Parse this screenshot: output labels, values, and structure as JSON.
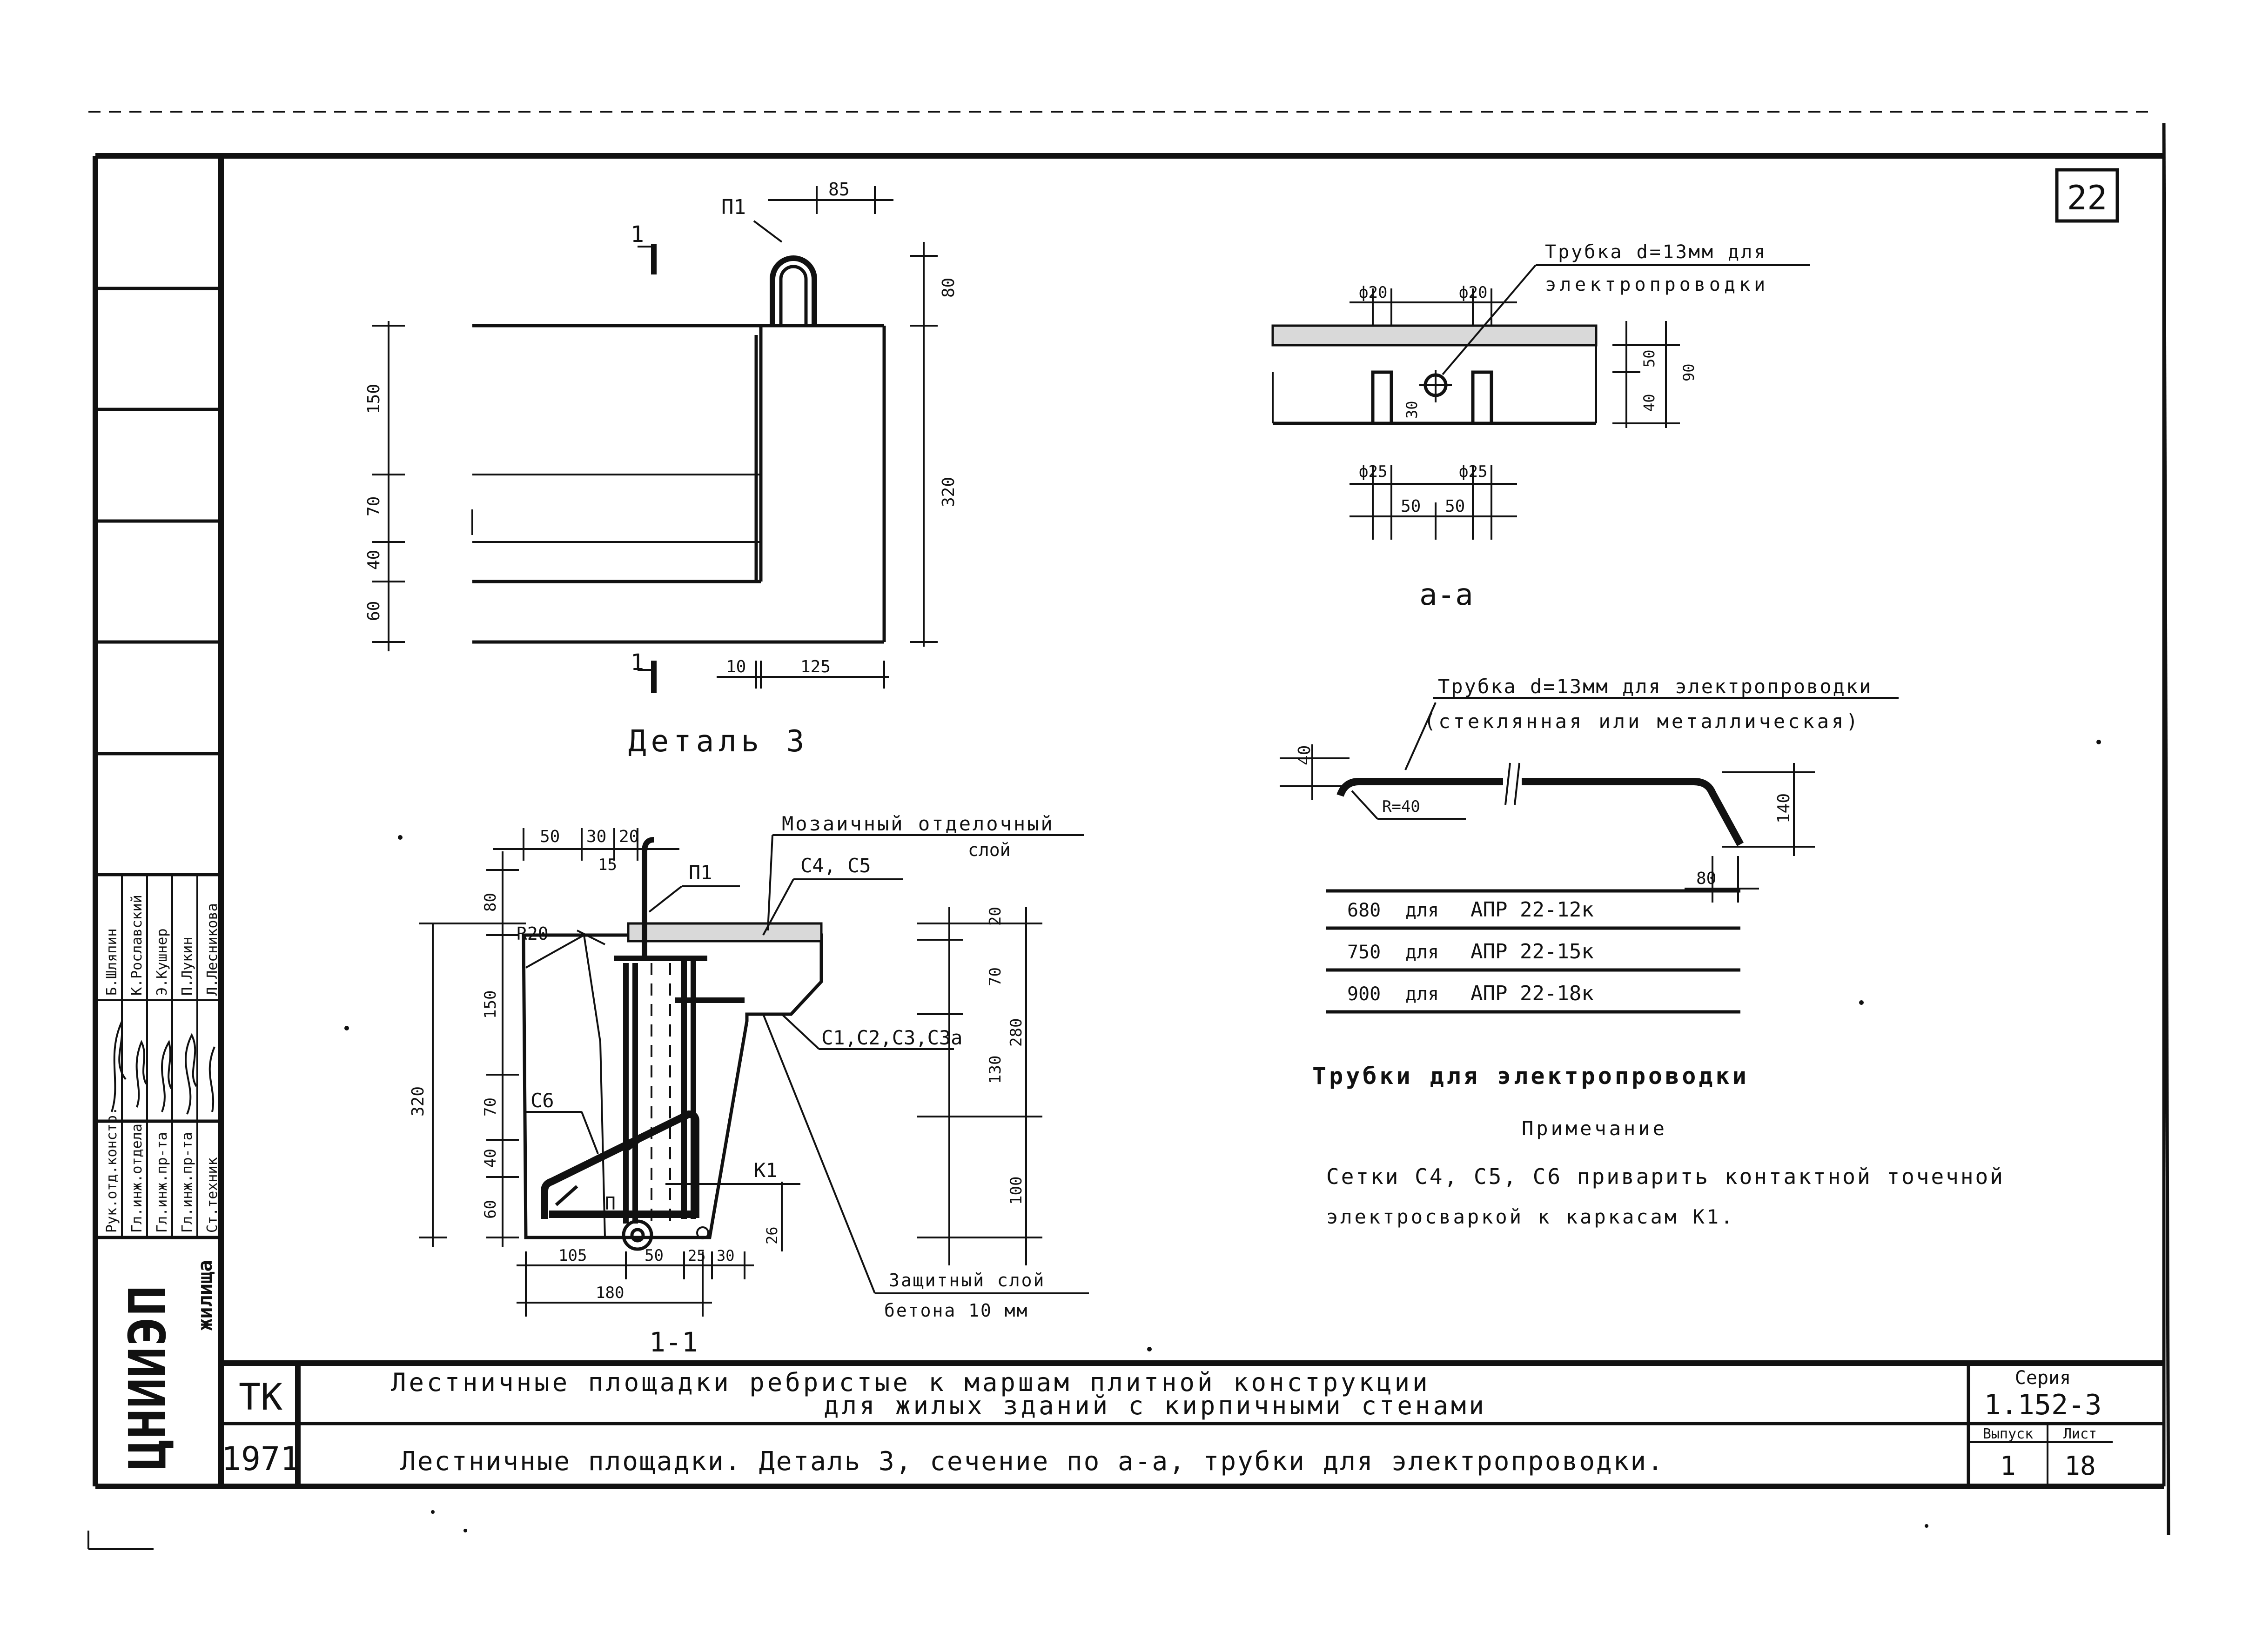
{
  "sheet": {
    "page_number": "22",
    "logo_text": "ЦНИИЭП",
    "logo_subtext": "жилища",
    "title_block": {
      "code": "ТК",
      "year": "1971",
      "title_line1": "Лестничные площадки ребристые к маршам плитной конструкции",
      "title_line2": "для жилых зданий с кирпичными стенами",
      "title_line3": "Лестничные площадки. Деталь 3, сечение по а-а, трубки для электропроводки.",
      "series_label": "Серия",
      "series_value": "1.152-3",
      "issue_label": "Выпуск",
      "issue_value": "1",
      "sheet_label": "Лист",
      "sheet_value": "18"
    },
    "stamp": {
      "roles": [
        "Рук.отд.констр.",
        "Гл.инж.отдела",
        "Гл.инж.пр-та",
        "Гл.инж.пр-та",
        "Ст.техник"
      ],
      "names": [
        "Б.Шляпин",
        "К.Рославский",
        "Э.Кушнер",
        "П.Лукин",
        "Л.Лесникова"
      ]
    }
  },
  "detail3": {
    "title": "Деталь 3",
    "section_mark": "1",
    "bar_label": "П1",
    "dims": {
      "top_85": "85",
      "top_80": "80",
      "left_150": "150",
      "left_70": "70",
      "left_40": "40",
      "left_60": "60",
      "right_320": "320",
      "bottom_10": "10",
      "bottom_125": "125"
    }
  },
  "section_aa": {
    "title": "а-а",
    "tube_label_1": "Трубка d=13мм для",
    "tube_label_2": "электропроводки",
    "dims": {
      "phi20_a": "ф20",
      "phi20_b": "ф20",
      "phi25_a": "ф25",
      "phi25_b": "ф25",
      "d50": "50",
      "d90": "90",
      "d40": "40",
      "d30": "30",
      "b50a": "50",
      "b50b": "50"
    }
  },
  "tubes": {
    "header_1": "Трубка d=13мм для электропроводки",
    "header_2": "(стеклянная или металлическая)",
    "radius": "R=40",
    "dim_40": "40",
    "dim_140": "140",
    "dim_80": "80",
    "rows": [
      {
        "len": "680",
        "word": "для",
        "mark": "АПР 22-12к"
      },
      {
        "len": "750",
        "word": "для",
        "mark": "АПР 22-15к"
      },
      {
        "len": "900",
        "word": "для",
        "mark": "АПР 22-18к"
      }
    ],
    "caption": "Трубки для электропроводки"
  },
  "note": {
    "heading": "Примечание",
    "line1": "Сетки С4, С5, С6 приварить контактной точечной",
    "line2": "электросваркой к каркасам К1."
  },
  "section11": {
    "title": "1-1",
    "labels": {
      "mosaic_1": "Мозаичный отделочный",
      "mosaic_2": "слой",
      "c4c5": "С4, С5",
      "p1": "П1",
      "r20": "R20",
      "c1c3": "С1,С2,С3,С3а",
      "c6": "С6",
      "k1": "К1",
      "p": "П",
      "cover_1": "Защитный слой",
      "cover_2": "бетона 10 мм"
    },
    "dims": {
      "t50": "50",
      "t30": "30",
      "t20": "20",
      "t15": "15",
      "l80": "80",
      "l150": "150",
      "l320": "320",
      "l70": "70",
      "l40": "40",
      "l60": "60",
      "r20": "20",
      "r70": "70",
      "r130": "130",
      "r280": "280",
      "r100": "100",
      "r26": "26",
      "b105": "105",
      "b50": "50",
      "b25": "25",
      "b30": "30",
      "b180": "180"
    }
  }
}
